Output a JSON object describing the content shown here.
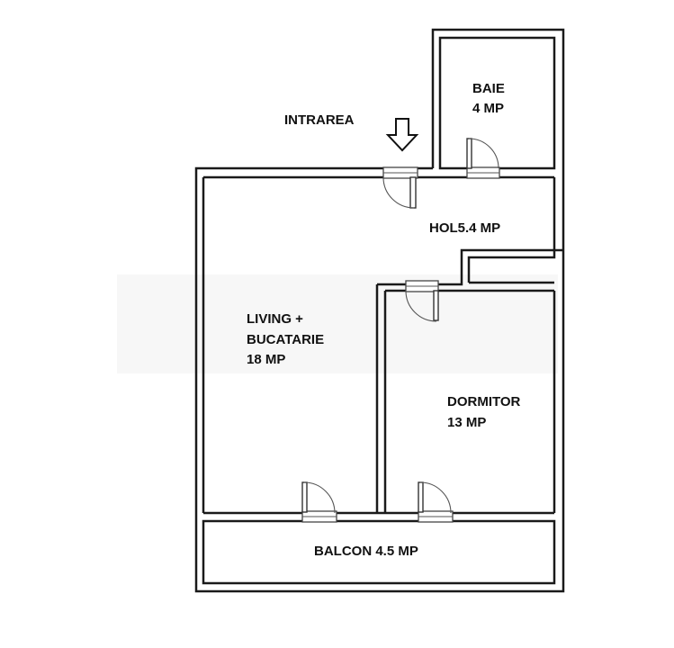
{
  "labels": {
    "entrance": "INTRAREA",
    "bath_name": "BAIE",
    "bath_area": "4 MP",
    "hall": "HOL5.4 MP",
    "living_line1": "LIVING +",
    "living_line2": "BUCATARIE",
    "living_area": "18 MP",
    "bedroom_name": "DORMITOR",
    "bedroom_area": "13 MP",
    "balcony": "BALCON 4.5 MP"
  },
  "colors": {
    "wall": "#1a1a1a",
    "background": "#ffffff",
    "text": "#111111"
  },
  "icons": {
    "entrance_arrow": "arrow-down-outline-icon"
  }
}
